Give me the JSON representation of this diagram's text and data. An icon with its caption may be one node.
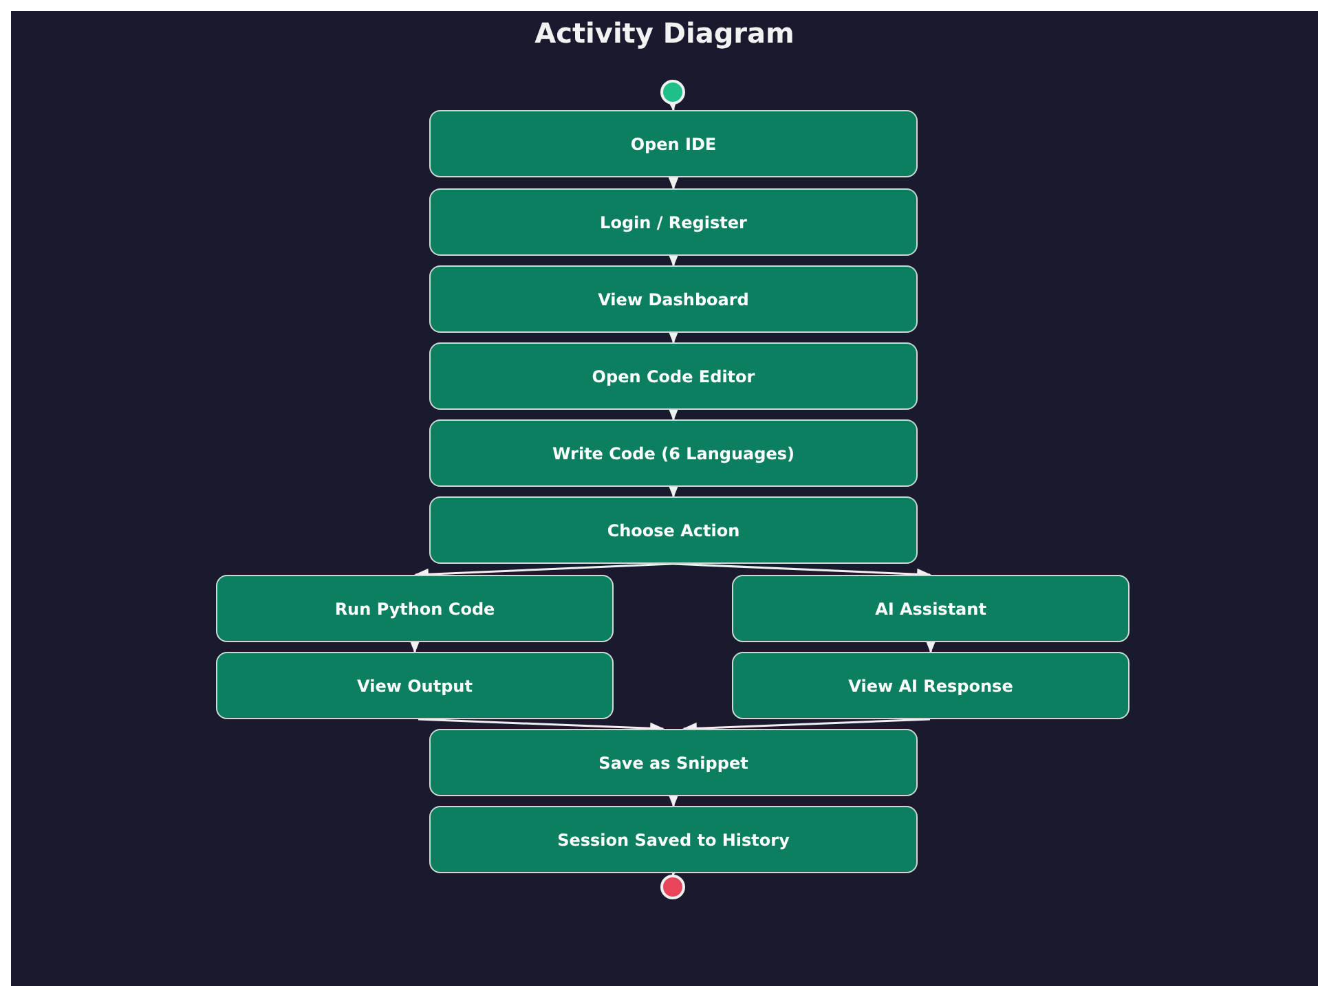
{
  "diagram": {
    "title": "Activity Diagram",
    "nodes": [
      {
        "text": [],
        "shape": "circle"
      },
      {
        "text": [
          "Open IDE"
        ]
      },
      {
        "text": [
          "Login / Register"
        ]
      },
      {
        "text": [
          "View Dashboard"
        ]
      },
      {
        "text": [
          "Open Code Editor"
        ]
      },
      {
        "text": [
          "Write Code (6 Languages)"
        ]
      },
      {
        "text": [
          "Choose Action"
        ]
      },
      {
        "text": [
          "Run Python Code"
        ]
      },
      {
        "text": [
          "AI Assistant"
        ]
      },
      {
        "text": [
          "View Output"
        ]
      },
      {
        "text": [
          "View AI Response"
        ]
      },
      {
        "text": [
          "Save as Snippet"
        ]
      },
      {
        "text": [
          "Session Saved to History"
        ]
      },
      {
        "text": [],
        "shape": "circle"
      }
    ],
    "edges": [
      {
        "from": 0,
        "to": 1,
        "arrow": "to"
      },
      {
        "from": 1,
        "to": 2,
        "arrow": "to"
      },
      {
        "from": 2,
        "to": 3,
        "arrow": "to"
      },
      {
        "from": 3,
        "to": 4,
        "arrow": "to"
      },
      {
        "from": 4,
        "to": 5,
        "arrow": "to"
      },
      {
        "from": 5,
        "to": 6,
        "arrow": "to"
      },
      {
        "from": 6,
        "to": 7,
        "arrow": "to"
      },
      {
        "from": 6,
        "to": 8,
        "arrow": "to"
      },
      {
        "from": 7,
        "to": 9,
        "arrow": "to"
      },
      {
        "from": 8,
        "to": 10,
        "arrow": "to"
      },
      {
        "from": 9,
        "to": 11,
        "arrow": "to"
      },
      {
        "from": 10,
        "to": 11,
        "arrow": "to"
      },
      {
        "from": 11,
        "to": 12,
        "arrow": "to"
      },
      {
        "from": 12,
        "to": 13,
        "arrow": "to"
      }
    ]
  }
}
